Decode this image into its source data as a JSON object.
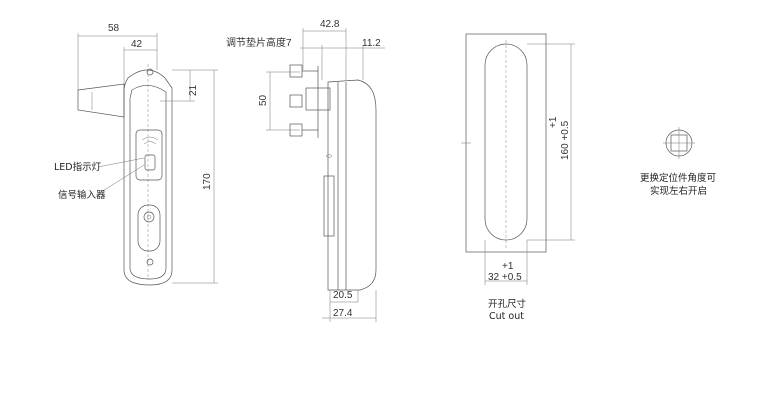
{
  "front_view": {
    "dims": {
      "width_outer": "58",
      "width_inner": "42",
      "top_offset": "21",
      "height": "170"
    },
    "labels": {
      "led": "LED指示灯",
      "signal": "信号输入器"
    }
  },
  "side_view": {
    "dims": {
      "total_depth": "42.8",
      "depth_right": "11.2",
      "spacing": "50",
      "base": "20.5",
      "overall": "27.4"
    },
    "labels": {
      "adjust": "调节垫片高度7"
    }
  },
  "cutout": {
    "dims": {
      "height": "160 +0.5",
      "height_tol": "+1",
      "width": "32 +0.5",
      "width_tol": "+1"
    },
    "labels": {
      "title_cn": "开孔尺寸",
      "title_en": "Cut out"
    }
  },
  "square_note": {
    "line1": "更换定位件角度可",
    "line2": "实现左右开启"
  }
}
